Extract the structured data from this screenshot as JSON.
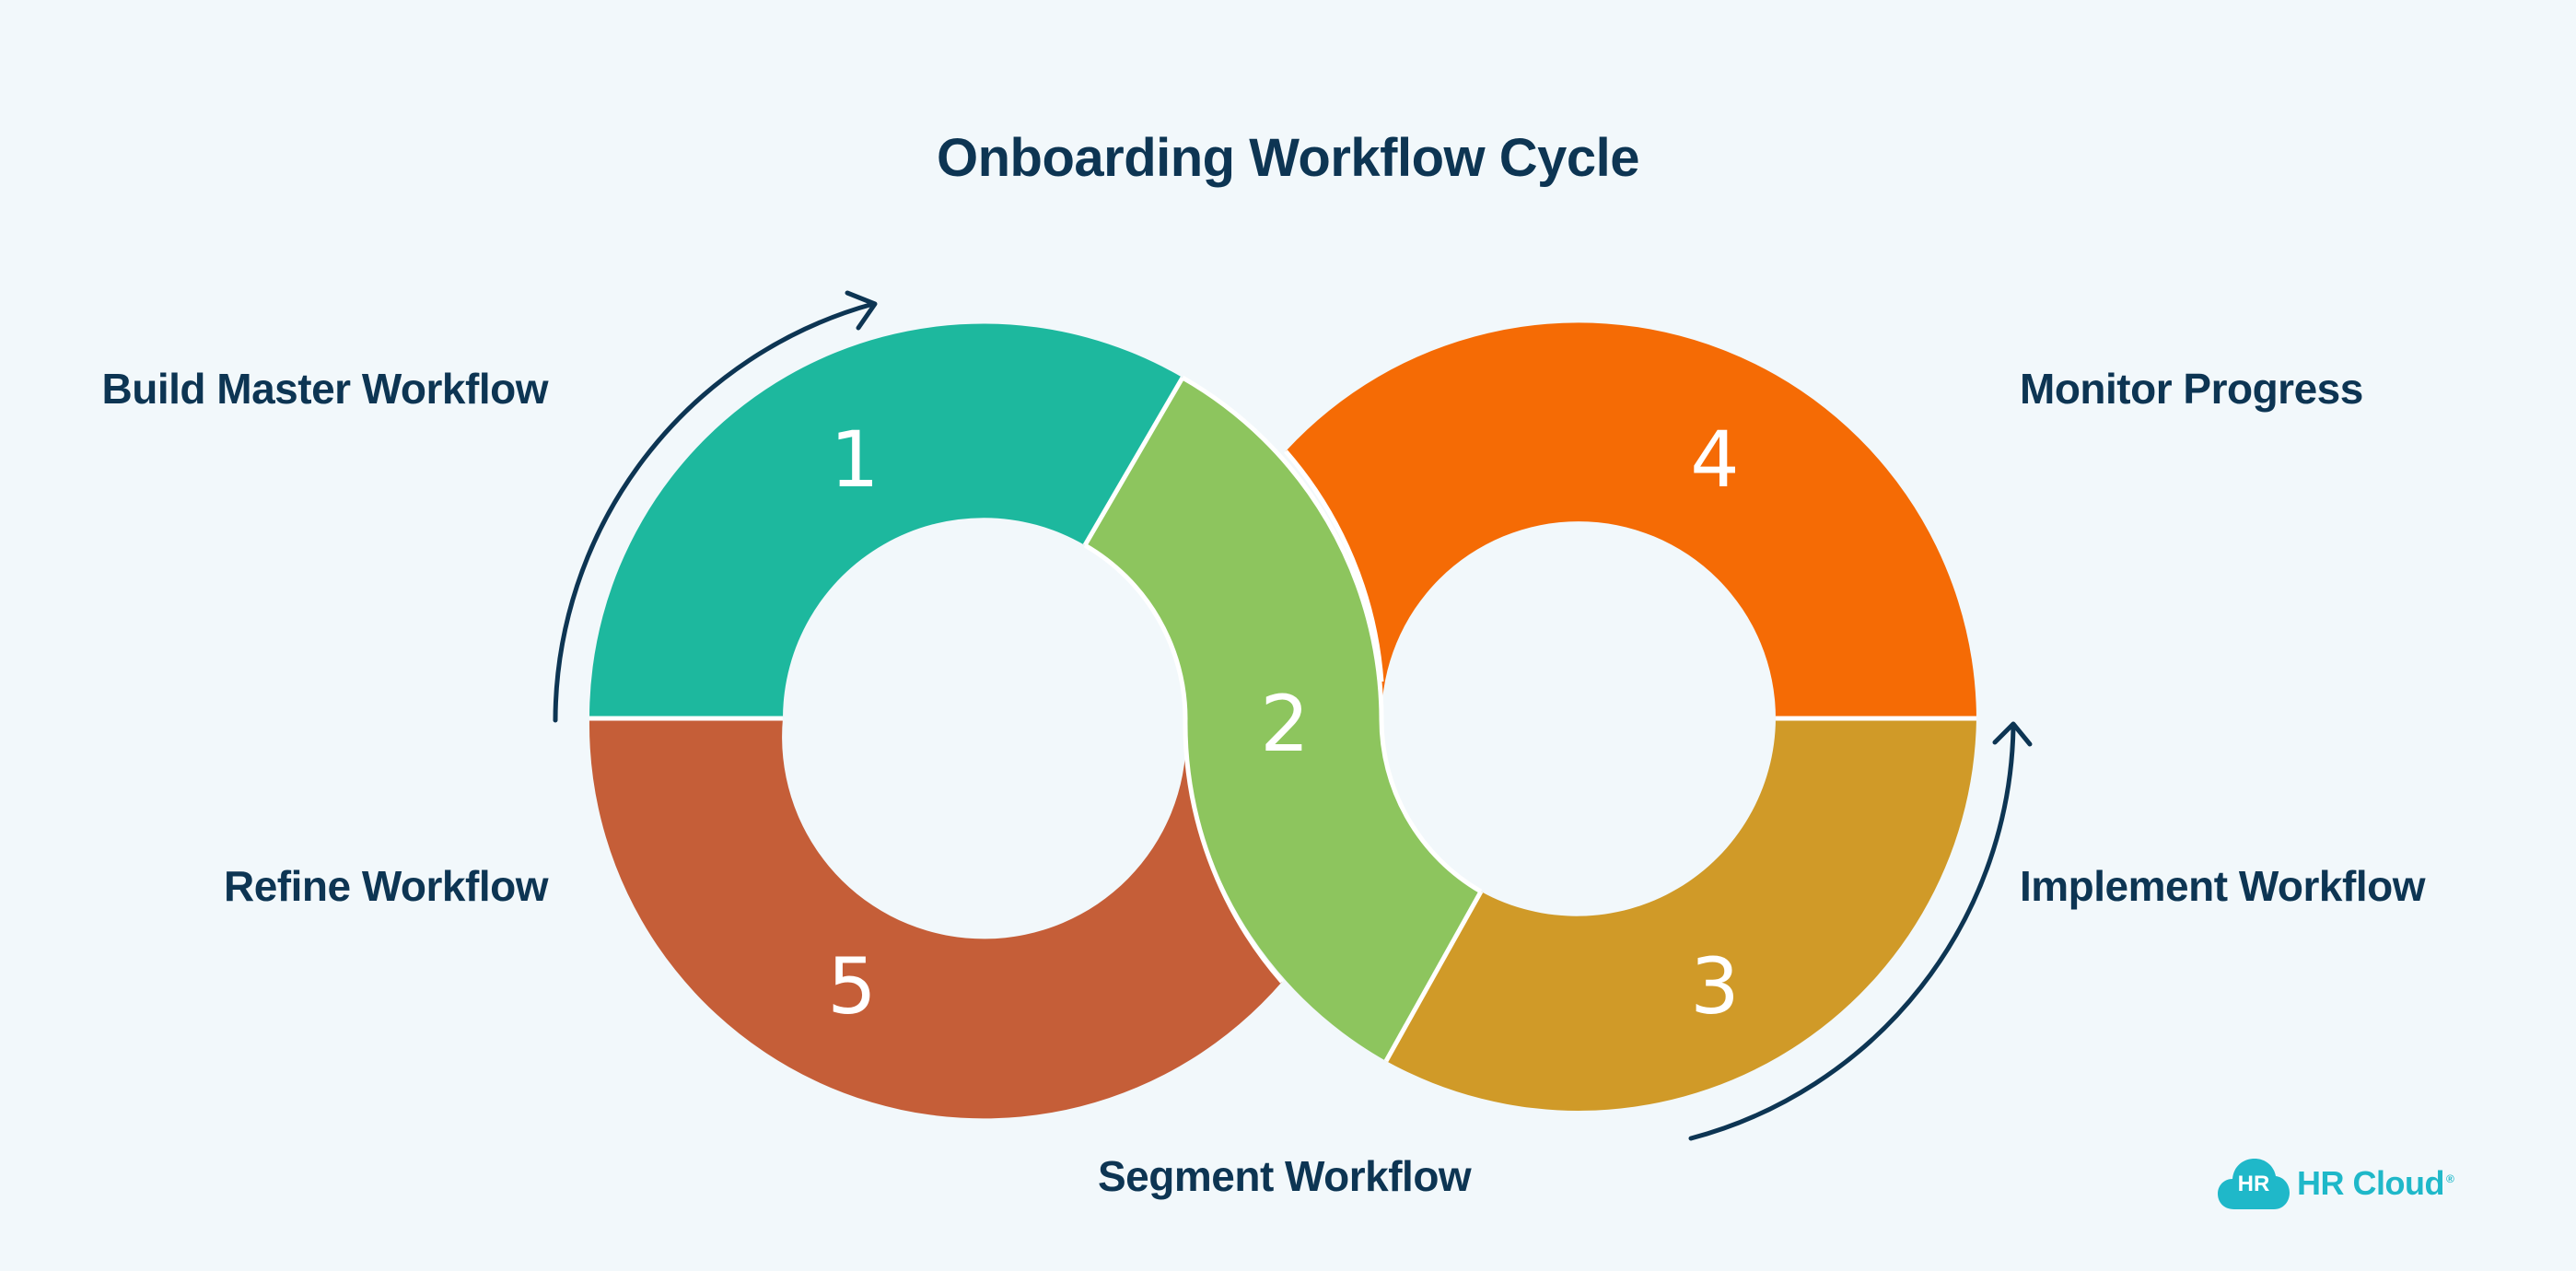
{
  "title": "Onboarding Workflow Cycle",
  "steps": [
    {
      "number": "1",
      "label": "Build Master Workflow",
      "color": "#1db89e"
    },
    {
      "number": "2",
      "label": "Segment Workflow",
      "color": "#8dc55e"
    },
    {
      "number": "3",
      "label": "Implement Workflow",
      "color": "#d09a28"
    },
    {
      "number": "4",
      "label": "Monitor Progress",
      "color": "#f56b05"
    },
    {
      "number": "5",
      "label": "Refine Workflow",
      "color": "#c55e38"
    }
  ],
  "colors": {
    "background": "#f2f8fb",
    "text": "#0d3553",
    "arrow": "#0d3553",
    "brand": "#1fb8c9"
  },
  "logo": {
    "badge": "HR",
    "name": "HR Cloud",
    "mark": "®"
  }
}
